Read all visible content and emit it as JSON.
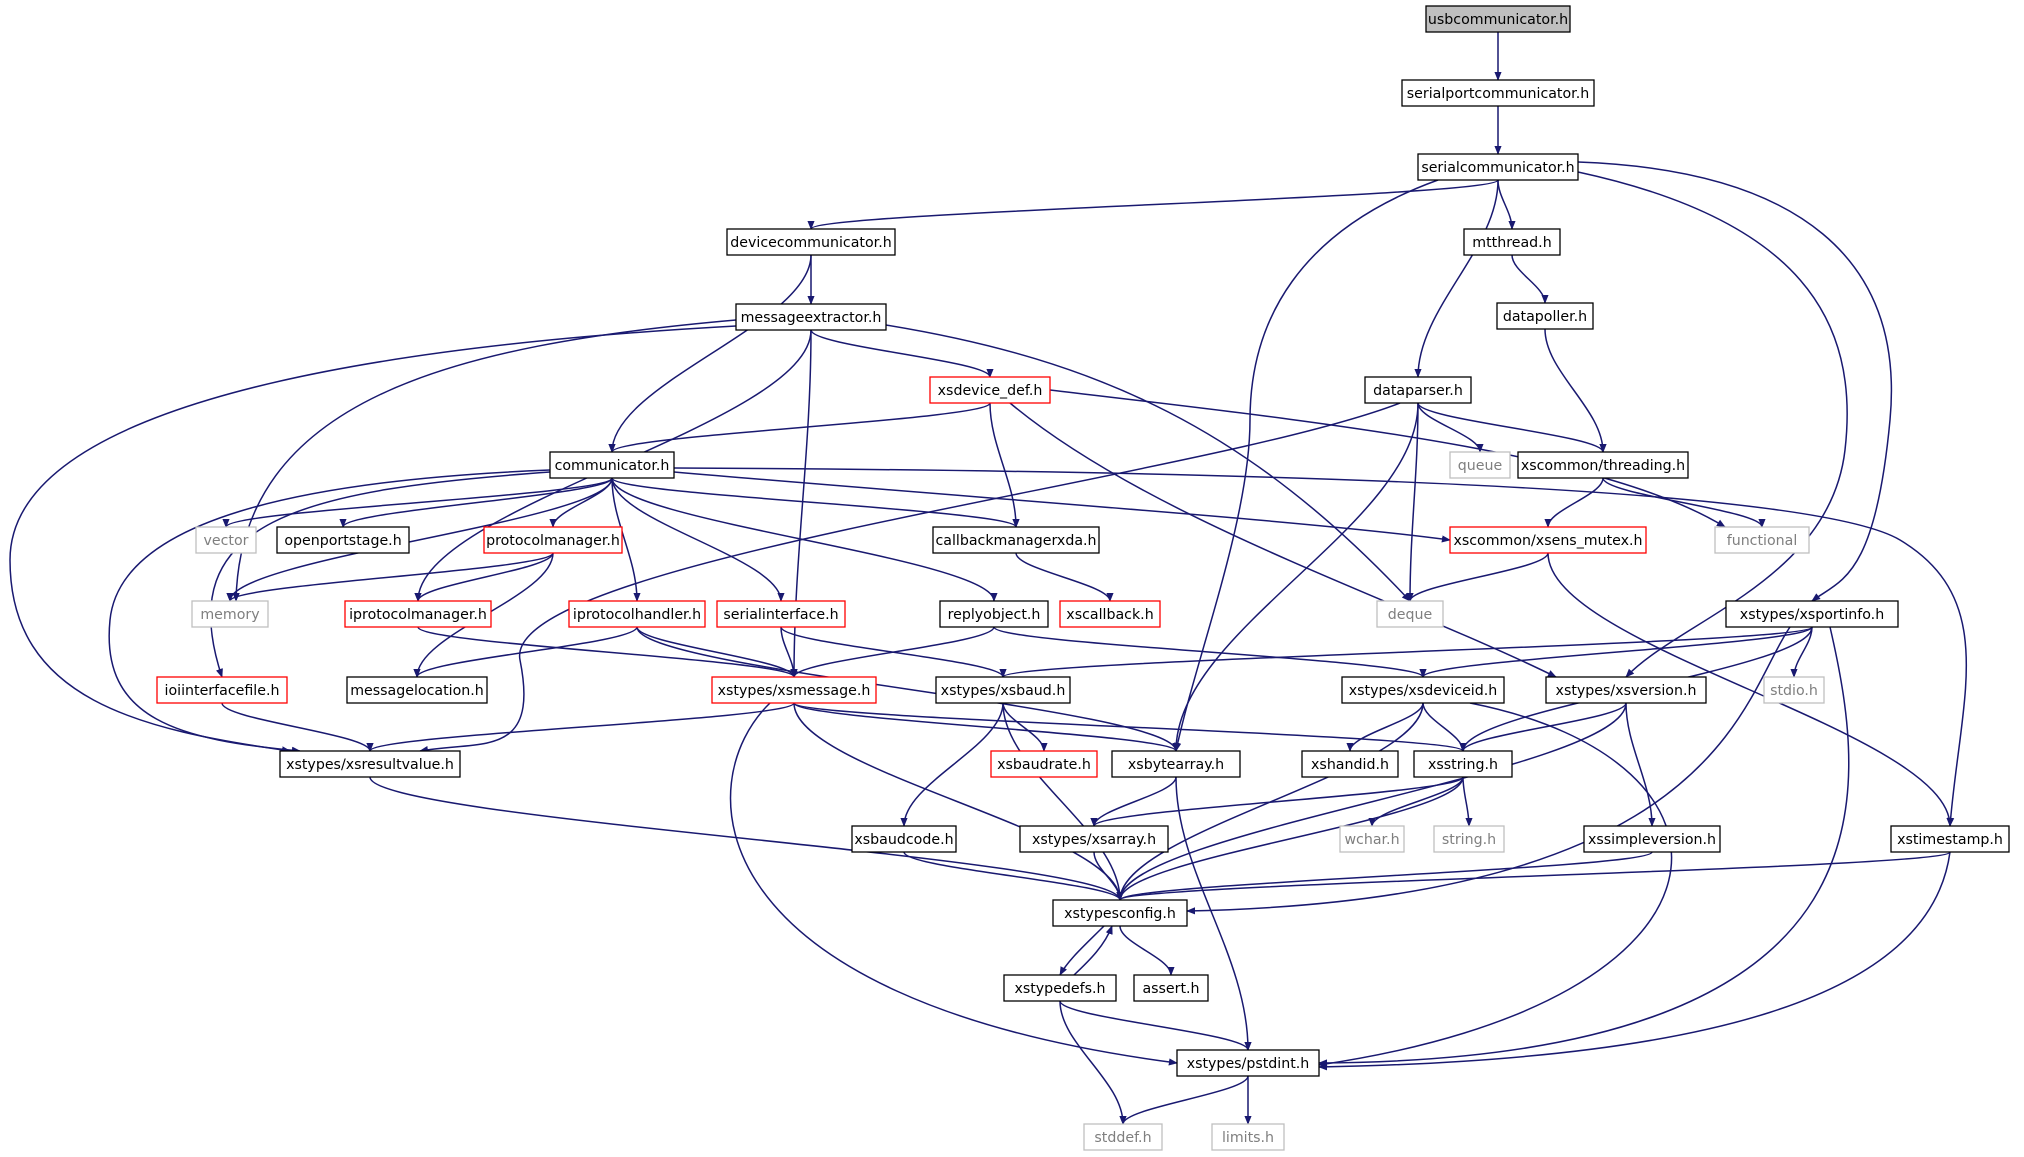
{
  "colors": {
    "edge": "#191970",
    "normal_border": "#000000",
    "incomplete_border": "#ff0000",
    "system_border": "#bfbfbf",
    "root_fill": "#bfbfbf",
    "system_text": "#7f7f7f"
  },
  "nodes": [
    {
      "id": "usbcommunicator",
      "label": "usbcommunicator.h",
      "kind": "root"
    },
    {
      "id": "serialportcommunicator",
      "label": "serialportcommunicator.h",
      "kind": "normal"
    },
    {
      "id": "serialcommunicator",
      "label": "serialcommunicator.h",
      "kind": "normal"
    },
    {
      "id": "devicecommunicator",
      "label": "devicecommunicator.h",
      "kind": "normal"
    },
    {
      "id": "mtthread",
      "label": "mtthread.h",
      "kind": "normal"
    },
    {
      "id": "datapoller",
      "label": "datapoller.h",
      "kind": "normal"
    },
    {
      "id": "messageextractor",
      "label": "messageextractor.h",
      "kind": "normal"
    },
    {
      "id": "xsdevice_def",
      "label": "xsdevice_def.h",
      "kind": "red"
    },
    {
      "id": "dataparser",
      "label": "dataparser.h",
      "kind": "normal"
    },
    {
      "id": "communicator",
      "label": "communicator.h",
      "kind": "normal"
    },
    {
      "id": "queue",
      "label": "queue",
      "kind": "gray"
    },
    {
      "id": "threading",
      "label": "xscommon/threading.h",
      "kind": "normal"
    },
    {
      "id": "vector",
      "label": "vector",
      "kind": "gray"
    },
    {
      "id": "openportstage",
      "label": "openportstage.h",
      "kind": "normal"
    },
    {
      "id": "protocolmanager",
      "label": "protocolmanager.h",
      "kind": "red"
    },
    {
      "id": "callbackmanagerxda",
      "label": "callbackmanagerxda.h",
      "kind": "normal"
    },
    {
      "id": "xsens_mutex",
      "label": "xscommon/xsens_mutex.h",
      "kind": "red"
    },
    {
      "id": "functional",
      "label": "functional",
      "kind": "gray"
    },
    {
      "id": "memory",
      "label": "memory",
      "kind": "gray"
    },
    {
      "id": "iprotocolmanager",
      "label": "iprotocolmanager.h",
      "kind": "red"
    },
    {
      "id": "iprotocolhandler",
      "label": "iprotocolhandler.h",
      "kind": "red"
    },
    {
      "id": "serialinterface",
      "label": "serialinterface.h",
      "kind": "red"
    },
    {
      "id": "replyobject",
      "label": "replyobject.h",
      "kind": "normal"
    },
    {
      "id": "xscallback",
      "label": "xscallback.h",
      "kind": "red"
    },
    {
      "id": "deque",
      "label": "deque",
      "kind": "gray"
    },
    {
      "id": "xsportinfo",
      "label": "xstypes/xsportinfo.h",
      "kind": "normal"
    },
    {
      "id": "ioiinterfacefile",
      "label": "ioiinterfacefile.h",
      "kind": "red"
    },
    {
      "id": "messagelocation",
      "label": "messagelocation.h",
      "kind": "normal"
    },
    {
      "id": "xsmessage",
      "label": "xstypes/xsmessage.h",
      "kind": "red"
    },
    {
      "id": "xsbaud",
      "label": "xstypes/xsbaud.h",
      "kind": "normal"
    },
    {
      "id": "xsdeviceid",
      "label": "xstypes/xsdeviceid.h",
      "kind": "normal"
    },
    {
      "id": "xsversion",
      "label": "xstypes/xsversion.h",
      "kind": "normal"
    },
    {
      "id": "stdio",
      "label": "stdio.h",
      "kind": "gray"
    },
    {
      "id": "xsresultvalue",
      "label": "xstypes/xsresultvalue.h",
      "kind": "normal"
    },
    {
      "id": "xsbaudrate",
      "label": "xsbaudrate.h",
      "kind": "red"
    },
    {
      "id": "xsbytearray",
      "label": "xsbytearray.h",
      "kind": "normal"
    },
    {
      "id": "xshandid",
      "label": "xshandid.h",
      "kind": "normal"
    },
    {
      "id": "xsstring",
      "label": "xsstring.h",
      "kind": "normal"
    },
    {
      "id": "xsbaudcode",
      "label": "xsbaudcode.h",
      "kind": "normal"
    },
    {
      "id": "xsarray",
      "label": "xstypes/xsarray.h",
      "kind": "normal"
    },
    {
      "id": "wchar",
      "label": "wchar.h",
      "kind": "gray"
    },
    {
      "id": "string",
      "label": "string.h",
      "kind": "gray"
    },
    {
      "id": "xssimpleversion",
      "label": "xssimpleversion.h",
      "kind": "normal"
    },
    {
      "id": "xstimestamp",
      "label": "xstimestamp.h",
      "kind": "normal"
    },
    {
      "id": "xstypesconfig",
      "label": "xstypesconfig.h",
      "kind": "normal"
    },
    {
      "id": "xstypedefs",
      "label": "xstypedefs.h",
      "kind": "normal"
    },
    {
      "id": "assert",
      "label": "assert.h",
      "kind": "normal"
    },
    {
      "id": "pstdint",
      "label": "xstypes/pstdint.h",
      "kind": "normal"
    },
    {
      "id": "stddef",
      "label": "stddef.h",
      "kind": "gray"
    },
    {
      "id": "limits",
      "label": "limits.h",
      "kind": "gray"
    }
  ],
  "edges": [
    [
      "usbcommunicator",
      "serialportcommunicator"
    ],
    [
      "serialportcommunicator",
      "serialcommunicator"
    ],
    [
      "serialcommunicator",
      "devicecommunicator"
    ],
    [
      "serialcommunicator",
      "mtthread"
    ],
    [
      "serialcommunicator",
      "dataparser"
    ],
    [
      "serialcommunicator",
      "xsbytearray"
    ],
    [
      "serialcommunicator",
      "xsversion"
    ],
    [
      "serialcommunicator",
      "xsportinfo"
    ],
    [
      "devicecommunicator",
      "messageextractor"
    ],
    [
      "devicecommunicator",
      "communicator"
    ],
    [
      "mtthread",
      "datapoller"
    ],
    [
      "datapoller",
      "threading"
    ],
    [
      "messageextractor",
      "xsdevice_def"
    ],
    [
      "messageextractor",
      "memory"
    ],
    [
      "messageextractor",
      "xsresultvalue"
    ],
    [
      "messageextractor",
      "iprotocolmanager"
    ],
    [
      "messageextractor",
      "xsmessage"
    ],
    [
      "messageextractor",
      "deque"
    ],
    [
      "xsdevice_def",
      "communicator"
    ],
    [
      "xsdevice_def",
      "callbackmanagerxda"
    ],
    [
      "xsdevice_def",
      "functional"
    ],
    [
      "xsdevice_def",
      "xsversion"
    ],
    [
      "dataparser",
      "queue"
    ],
    [
      "dataparser",
      "threading"
    ],
    [
      "dataparser",
      "deque"
    ],
    [
      "dataparser",
      "xsbytearray"
    ],
    [
      "dataparser",
      "xsresultvalue"
    ],
    [
      "threading",
      "functional"
    ],
    [
      "threading",
      "xsens_mutex"
    ],
    [
      "communicator",
      "vector"
    ],
    [
      "communicator",
      "openportstage"
    ],
    [
      "communicator",
      "protocolmanager"
    ],
    [
      "communicator",
      "callbackmanagerxda"
    ],
    [
      "communicator",
      "xsens_mutex"
    ],
    [
      "communicator",
      "memory"
    ],
    [
      "communicator",
      "iprotocolhandler"
    ],
    [
      "communicator",
      "serialinterface"
    ],
    [
      "communicator",
      "replyobject"
    ],
    [
      "communicator",
      "ioiinterfacefile"
    ],
    [
      "communicator",
      "xsresultvalue"
    ],
    [
      "communicator",
      "xstimestamp"
    ],
    [
      "protocolmanager",
      "memory"
    ],
    [
      "protocolmanager",
      "iprotocolmanager"
    ],
    [
      "protocolmanager",
      "messagelocation"
    ],
    [
      "callbackmanagerxda",
      "xscallback"
    ],
    [
      "xsens_mutex",
      "deque"
    ],
    [
      "xsens_mutex",
      "xstimestamp"
    ],
    [
      "iprotocolmanager",
      "xsmessage"
    ],
    [
      "iprotocolhandler",
      "messagelocation"
    ],
    [
      "iprotocolhandler",
      "xsmessage"
    ],
    [
      "iprotocolhandler",
      "xsbytearray"
    ],
    [
      "serialinterface",
      "xsmessage"
    ],
    [
      "serialinterface",
      "xsbaud"
    ],
    [
      "replyobject",
      "xsmessage"
    ],
    [
      "replyobject",
      "xsdeviceid"
    ],
    [
      "ioiinterfacefile",
      "xsresultvalue"
    ],
    [
      "xsportinfo",
      "xsbaud"
    ],
    [
      "xsportinfo",
      "xsdeviceid"
    ],
    [
      "xsportinfo",
      "xsstring"
    ],
    [
      "xsportinfo",
      "stdio"
    ],
    [
      "xsportinfo",
      "xstypesconfig"
    ],
    [
      "xsportinfo",
      "pstdint"
    ],
    [
      "xsmessage",
      "xsresultvalue"
    ],
    [
      "xsmessage",
      "xsbytearray"
    ],
    [
      "xsmessage",
      "xsstring"
    ],
    [
      "xsmessage",
      "xstypesconfig"
    ],
    [
      "xsmessage",
      "pstdint"
    ],
    [
      "xsbaud",
      "xsbaudrate"
    ],
    [
      "xsbaud",
      "xsbaudcode"
    ],
    [
      "xsbaud",
      "xstypesconfig"
    ],
    [
      "xsdeviceid",
      "xshandid"
    ],
    [
      "xsdeviceid",
      "xsstring"
    ],
    [
      "xsdeviceid",
      "xstypesconfig"
    ],
    [
      "xsdeviceid",
      "pstdint"
    ],
    [
      "xsversion",
      "xsstring"
    ],
    [
      "xsversion",
      "xssimpleversion"
    ],
    [
      "xsversion",
      "xstypesconfig"
    ],
    [
      "xsresultvalue",
      "xstypesconfig"
    ],
    [
      "xsbytearray",
      "xsarray"
    ],
    [
      "xsbytearray",
      "pstdint"
    ],
    [
      "xsstring",
      "xsarray"
    ],
    [
      "xsstring",
      "wchar"
    ],
    [
      "xsstring",
      "string"
    ],
    [
      "xsstring",
      "xstypesconfig"
    ],
    [
      "xsbaudcode",
      "xstypesconfig"
    ],
    [
      "xsarray",
      "xstypesconfig"
    ],
    [
      "xssimpleversion",
      "xstypesconfig"
    ],
    [
      "xstimestamp",
      "xstypesconfig"
    ],
    [
      "xstimestamp",
      "pstdint"
    ],
    [
      "xstypesconfig",
      "xstypedefs"
    ],
    [
      "xstypesconfig",
      "assert"
    ],
    [
      "xstypedefs",
      "xstypesconfig"
    ],
    [
      "xstypedefs",
      "pstdint"
    ],
    [
      "xstypedefs",
      "stddef"
    ],
    [
      "pstdint",
      "stddef"
    ],
    [
      "pstdint",
      "limits"
    ]
  ]
}
